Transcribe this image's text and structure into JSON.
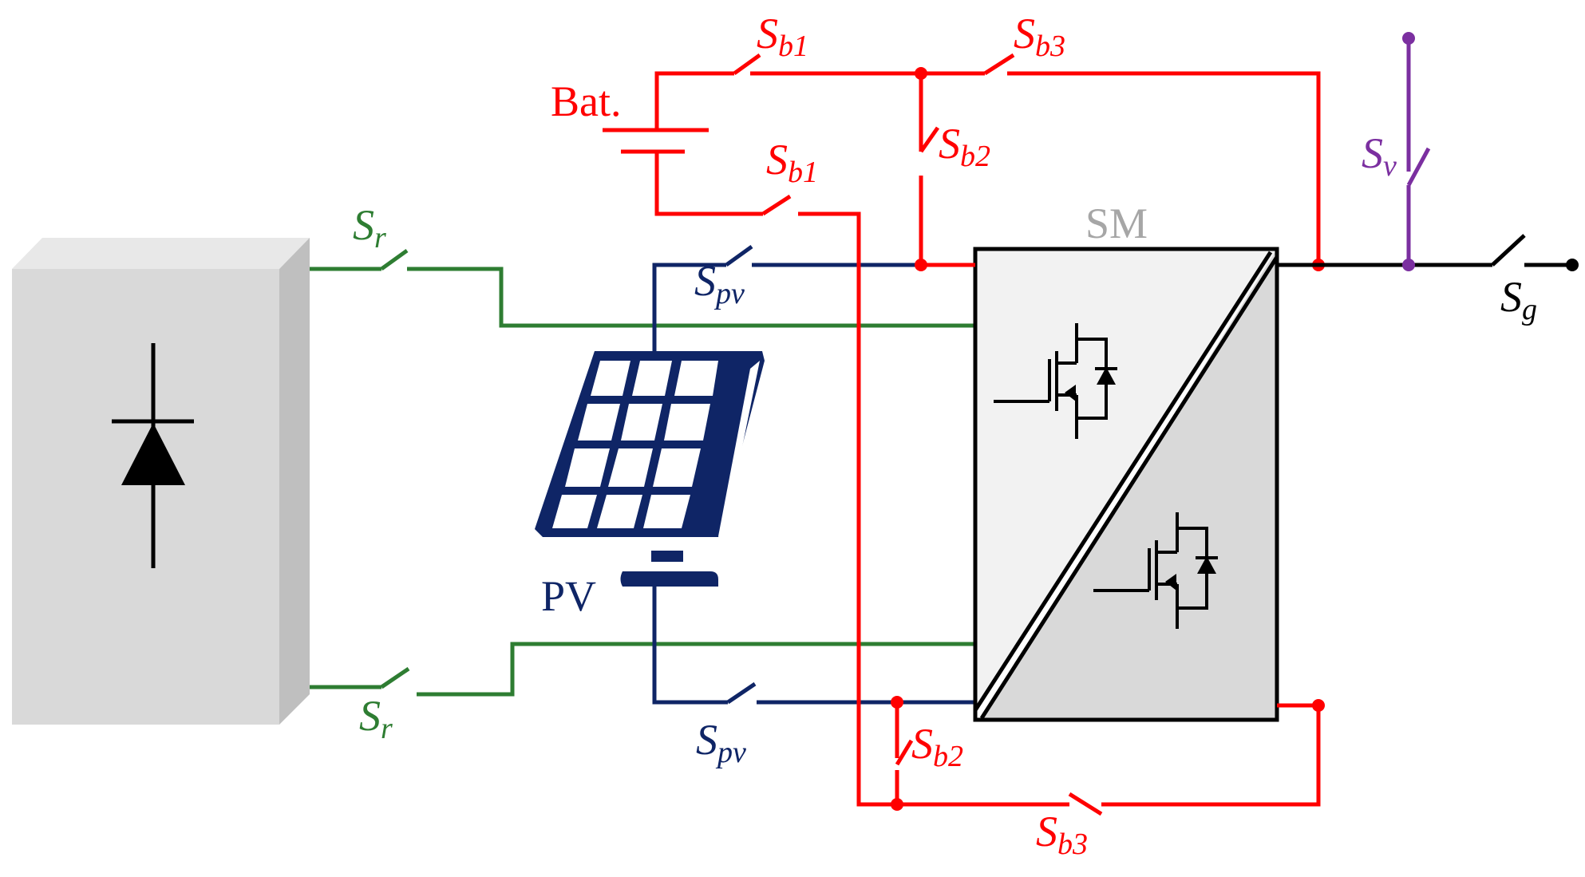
{
  "labels": {
    "battery": "Bat.",
    "pv": "PV",
    "sm": "SM"
  },
  "switches": {
    "sb1_top": {
      "s": "S",
      "sub": "b1"
    },
    "sb1_bottom": {
      "s": "S",
      "sub": "b1"
    },
    "sb2_top": {
      "s": "S",
      "sub": "b2"
    },
    "sb2_bottom": {
      "s": "S",
      "sub": "b2"
    },
    "sb3_top": {
      "s": "S",
      "sub": "b3"
    },
    "sb3_bottom": {
      "s": "S",
      "sub": "b3"
    },
    "sr_top": {
      "s": "S",
      "sub": "r"
    },
    "sr_bottom": {
      "s": "S",
      "sub": "r"
    },
    "spv_top": {
      "s": "S",
      "sub": "pv"
    },
    "spv_bottom": {
      "s": "S",
      "sub": "pv"
    },
    "sv": {
      "s": "S",
      "sub": "v"
    },
    "sg": {
      "s": "S",
      "sub": "g"
    }
  },
  "colors": {
    "battery": "#ff0000",
    "rectifier": "#2e7d32",
    "pv": "#0f2566",
    "vertical": "#7b2fa0",
    "grid": "#000000",
    "sm_label": "#a6a6a6",
    "box_front": "#d9d9d9",
    "box_side": "#bfbfbf",
    "box_top": "#e8e8e8",
    "sm_light": "#f2f2f2",
    "sm_dark": "#d9d9d9"
  }
}
